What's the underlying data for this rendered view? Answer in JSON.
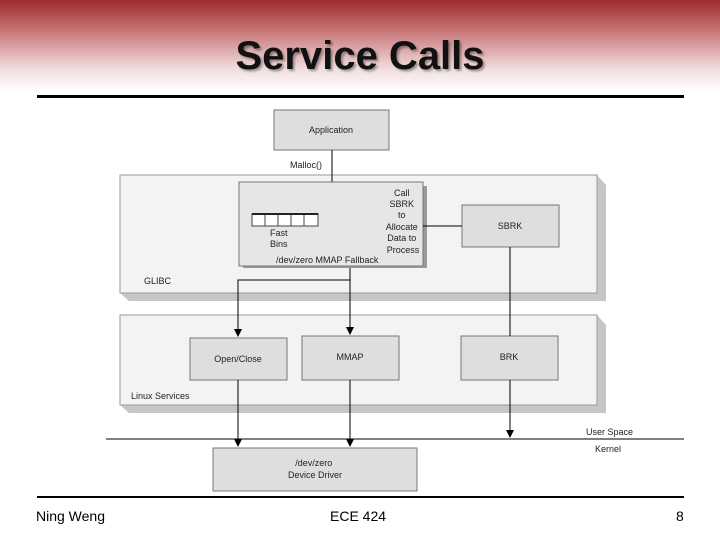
{
  "title": "Service Calls",
  "footer": {
    "author": "Ning Weng",
    "course": "ECE 424",
    "page": "8"
  },
  "diagram": {
    "application": "Application",
    "malloc": "Malloc()",
    "glibc_label": "GLIBC",
    "call_sbrk": [
      "Call",
      "SBRK",
      "to",
      "Allocate",
      "Data to",
      "Process"
    ],
    "fast_bins": [
      "Fast",
      "Bins"
    ],
    "mmap_fallback": "/dev/zero MMAP Fallback",
    "sbrk": "SBRK",
    "linux_services_label": "Linux Services",
    "open_close": "Open/Close",
    "mmap": "MMAP",
    "brk": "BRK",
    "user_space": "User Space",
    "kernel": "Kernel",
    "device_driver": [
      "/dev/zero",
      "Device Driver"
    ]
  }
}
